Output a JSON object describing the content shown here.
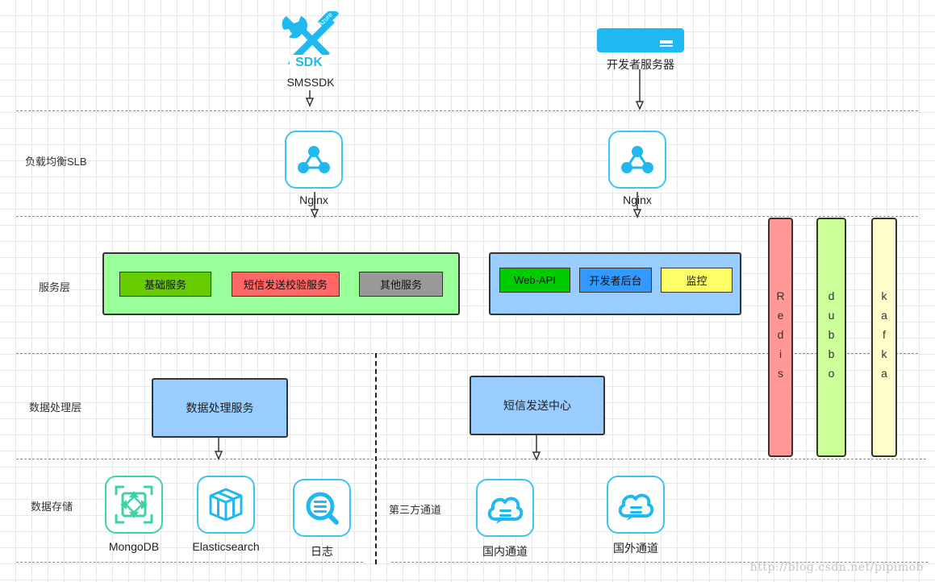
{
  "top": {
    "sdk_icon_label": "SDK",
    "sdk_icon_badge": "Azure",
    "smssdk_label": "SMSSDK",
    "dev_server_label": "开发者服务器"
  },
  "layers": {
    "slb": "负载均衡SLB",
    "service": "服务层",
    "processing": "数据处理层",
    "storage": "数据存储"
  },
  "nginx": {
    "left": "Nginx",
    "right": "Nginx"
  },
  "service_layer": {
    "left_group": [
      "基础服务",
      "短信发送校验服务",
      "其他服务"
    ],
    "right_group": [
      "Web-API",
      "开发者后台",
      "监控"
    ]
  },
  "processing": {
    "data_service": "数据处理服务",
    "sms_center": "短信发送中心"
  },
  "storage": {
    "mongodb": "MongoDB",
    "elasticsearch": "Elasticsearch",
    "log": "日志"
  },
  "third_party": {
    "label": "第三方通道",
    "domestic": "国内通道",
    "foreign": "国外通道"
  },
  "middleware": {
    "redis": "Redis",
    "dubbo": "dubbo",
    "kafka": "kafka"
  },
  "colors": {
    "icon_blue": "#3ec3f3",
    "icon_green": "#3ed3a6",
    "green_group": "#99ff99",
    "blue_group": "#99ccff",
    "redis": "#ff9999",
    "dubbo": "#ccff99",
    "kafka": "#ffffcc"
  },
  "watermark": "http://blog.csdn.net/pipimob"
}
